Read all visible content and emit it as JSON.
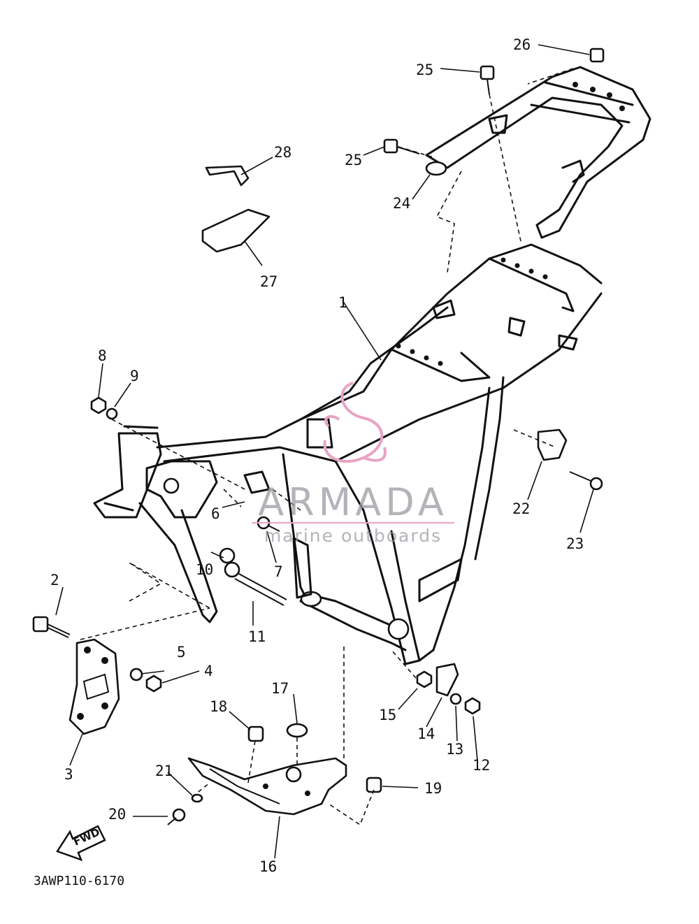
{
  "diagram": {
    "drawing_code": "3AWP110-6170",
    "direction_marker": "FWD",
    "callouts": [
      "1",
      "2",
      "3",
      "4",
      "5",
      "6",
      "7",
      "8",
      "9",
      "10",
      "11",
      "12",
      "13",
      "14",
      "15",
      "16",
      "17",
      "18",
      "19",
      "20",
      "21",
      "22",
      "23",
      "24",
      "25",
      "25",
      "26",
      "27",
      "28"
    ]
  },
  "watermark": {
    "brand": "ARMADA",
    "tagline": "marine outboards",
    "logo_color": "#e8a3c4",
    "text_color": "#9a9aa2"
  }
}
